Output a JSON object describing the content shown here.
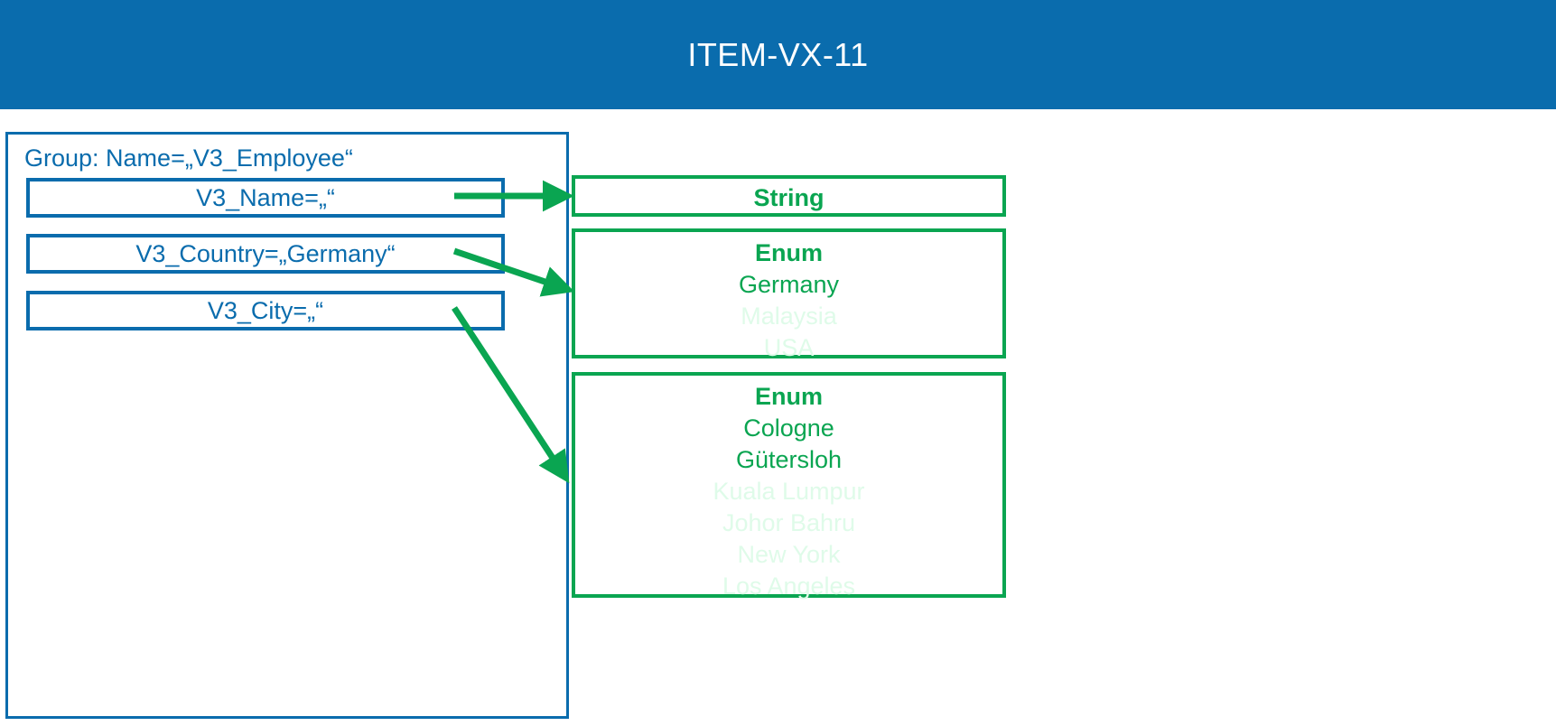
{
  "header": {
    "title": "ITEM-VX-11",
    "bar_color": "#0A6CAD"
  },
  "colors": {
    "blue": "#0A6CAD",
    "green": "#0AA551",
    "green_dim": "#DFFBE9",
    "white": "#FFFFFF"
  },
  "group_panel": {
    "title": "Group: Name=„V3_Employee“",
    "attributes": [
      {
        "label": "V3_Name=„“"
      },
      {
        "label": "V3_Country=„Germany“"
      },
      {
        "label": "V3_City=„“"
      }
    ]
  },
  "type_boxes": [
    {
      "id": "string",
      "kind": "String",
      "values": []
    },
    {
      "id": "country",
      "kind": "Enum",
      "values": [
        {
          "text": "Germany",
          "dimmed": false
        },
        {
          "text": "Malaysia",
          "dimmed": true
        },
        {
          "text": "USA",
          "dimmed": true
        }
      ]
    },
    {
      "id": "city",
      "kind": "Enum",
      "values": [
        {
          "text": "Cologne",
          "dimmed": false
        },
        {
          "text": "Gütersloh",
          "dimmed": false
        },
        {
          "text": "Kuala Lumpur",
          "dimmed": true
        },
        {
          "text": "Johor Bahru",
          "dimmed": true
        },
        {
          "text": "New York",
          "dimmed": true
        },
        {
          "text": "Los Angeles",
          "dimmed": true
        }
      ]
    }
  ],
  "connectors": [
    {
      "from": "V3_Name",
      "to": "String"
    },
    {
      "from": "V3_Country",
      "to": "Enum-Country"
    },
    {
      "from": "V3_City",
      "to": "Enum-City"
    }
  ]
}
